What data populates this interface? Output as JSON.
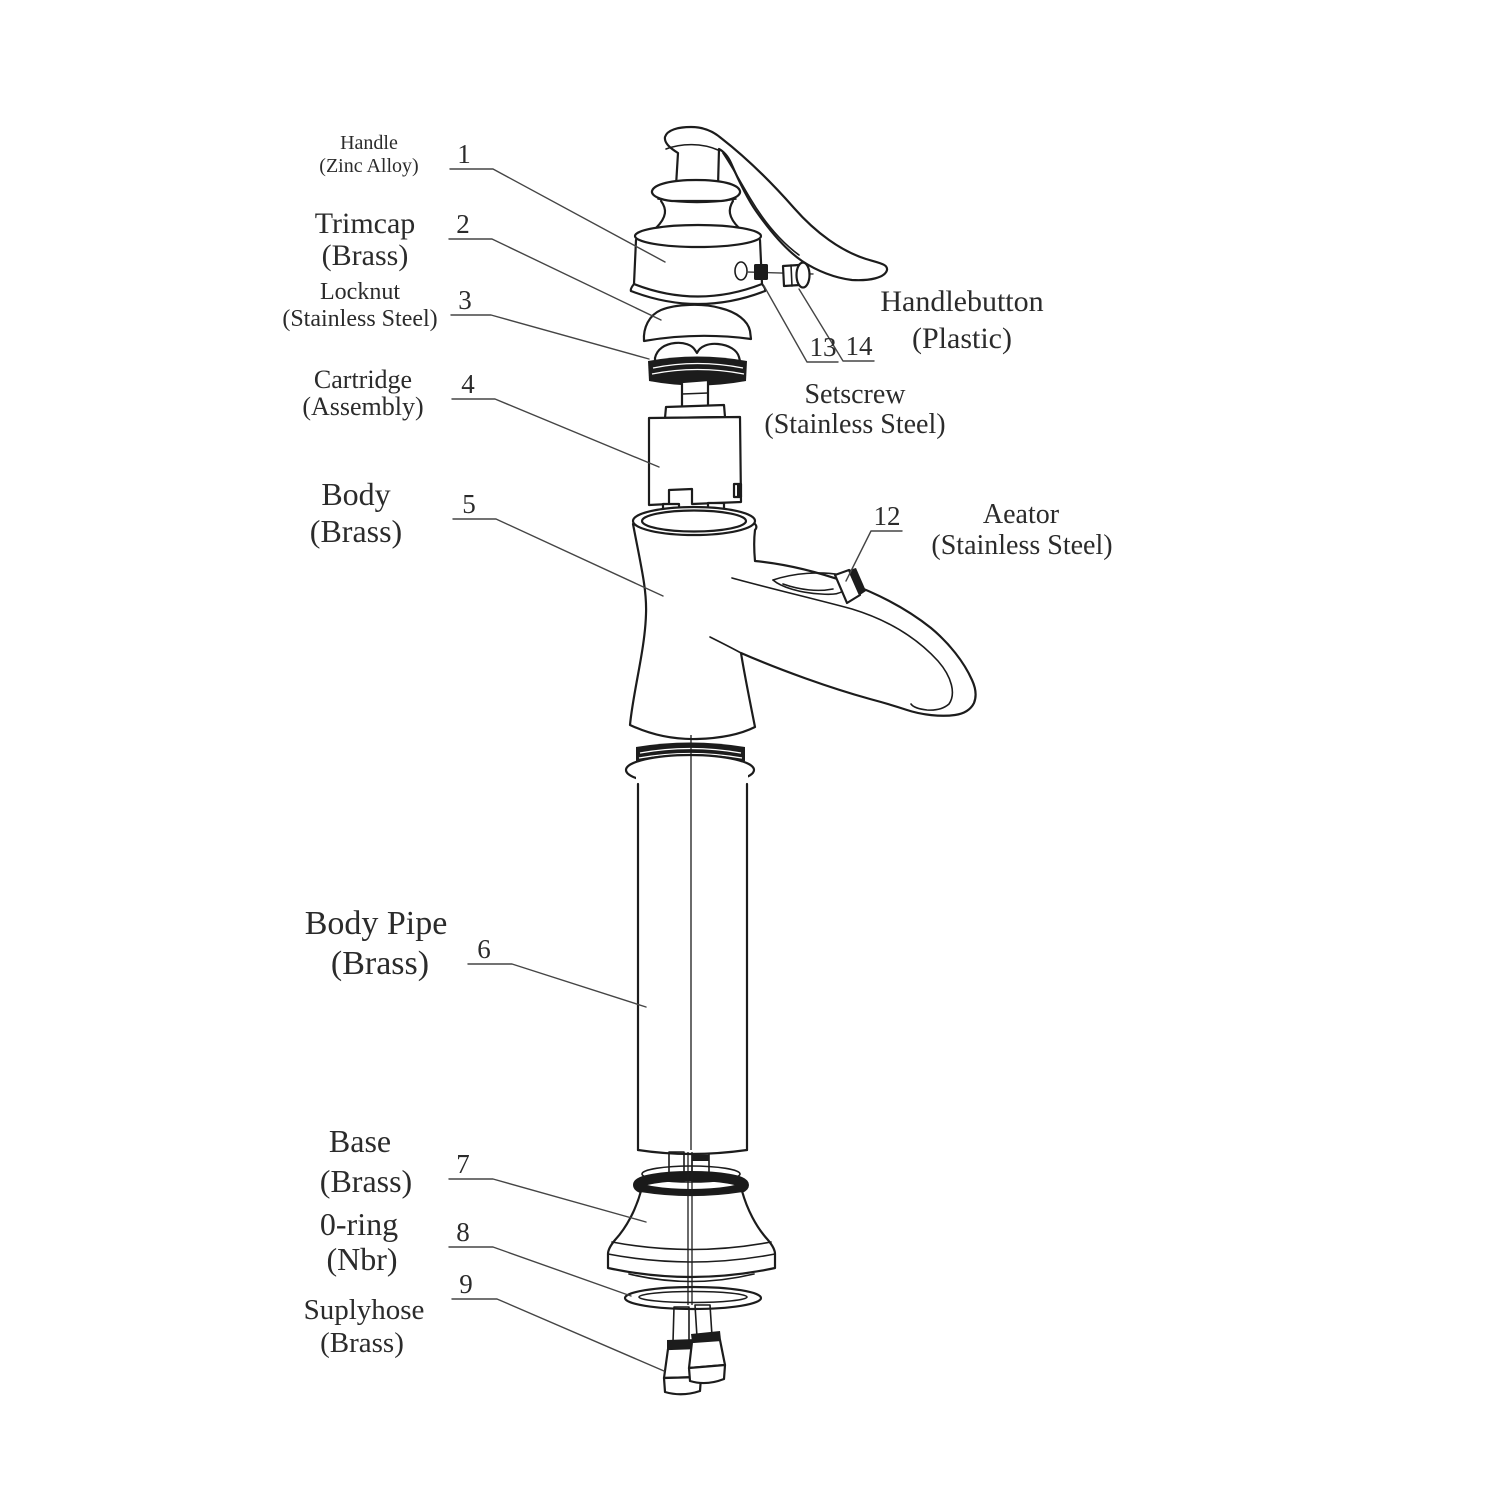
{
  "diagram": {
    "subject": "faucet exploded parts diagram",
    "colors": {
      "background": "#ffffff",
      "line": "#1c1c1c",
      "text": "#2b2b2b"
    },
    "parts": [
      {
        "callout": "1",
        "name": "Handle",
        "material": "(Zinc Alloy)"
      },
      {
        "callout": "2",
        "name": "Trimcap",
        "material": "(Brass)"
      },
      {
        "callout": "3",
        "name": "Locknut",
        "material": "(Stainless Steel)"
      },
      {
        "callout": "4",
        "name": "Cartridge",
        "material": "(Assembly)"
      },
      {
        "callout": "5",
        "name": "Body",
        "material": "(Brass)"
      },
      {
        "callout": "6",
        "name": "Body Pipe",
        "material": "(Brass)"
      },
      {
        "callout": "7",
        "name": "Base",
        "material": "(Brass)"
      },
      {
        "callout": "8",
        "name": "0-ring",
        "material": "(Nbr)"
      },
      {
        "callout": "9",
        "name": "Suplyhose",
        "material": "(Brass)"
      },
      {
        "callout": "12",
        "name": "Aeator",
        "material": "(Stainless Steel)"
      },
      {
        "callout": "13",
        "name": "Setscrew",
        "material": "(Stainless Steel)"
      },
      {
        "callout": "14",
        "name": "Handlebutton",
        "material": "(Plastic)"
      }
    ]
  }
}
